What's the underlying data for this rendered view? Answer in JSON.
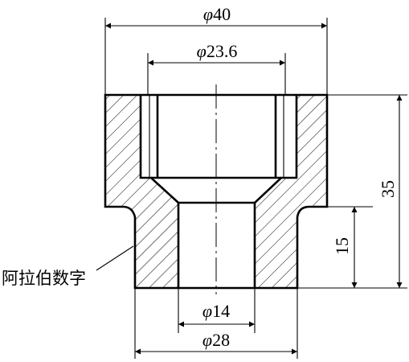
{
  "drawing": {
    "dimensions": {
      "outer_diameter": {
        "symbol": "φ",
        "value": "40"
      },
      "counterbore_diameter": {
        "symbol": "φ",
        "value": "23.6"
      },
      "bore_diameter": {
        "symbol": "φ",
        "value": "14"
      },
      "base_diameter": {
        "symbol": "φ",
        "value": "28"
      },
      "total_height": {
        "value": "35"
      },
      "base_height": {
        "value": "15"
      }
    },
    "annotation": {
      "text": "阿拉伯数字"
    }
  }
}
